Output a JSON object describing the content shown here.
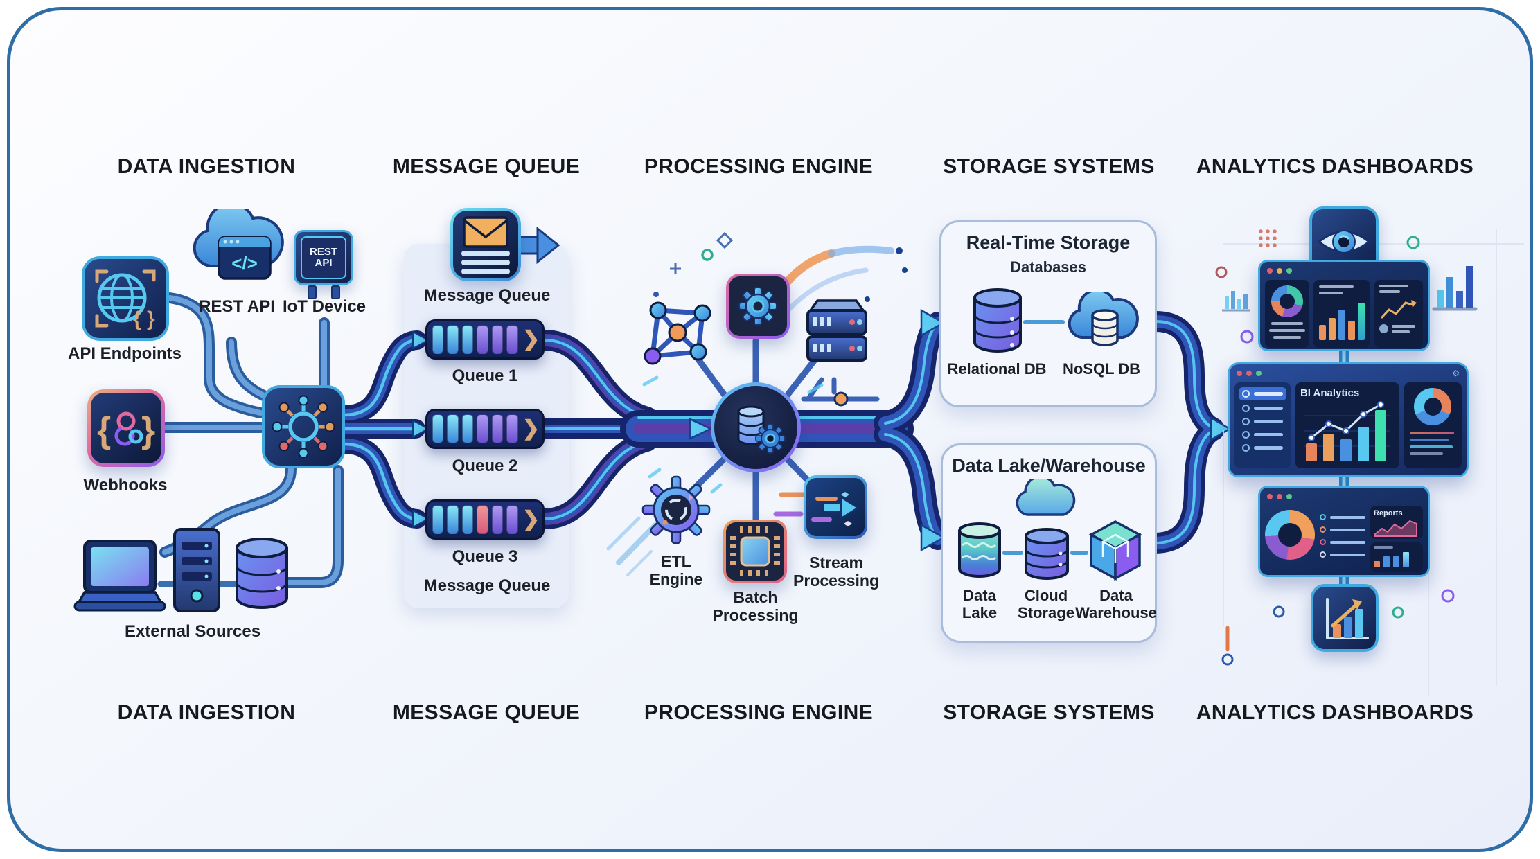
{
  "headers": {
    "top": [
      "DATA INGESTION",
      "MESSAGE QUEUE",
      "PROCESSING ENGINE",
      "STORAGE SYSTEMS",
      "ANALYTICS DASHBOARDS"
    ],
    "bottom": [
      "DATA INGESTION",
      "MESSAGE QUEUE",
      "PROCESSING ENGINE",
      "STORAGE SYSTEMS",
      "ANALYTICS DASHBOARDS"
    ]
  },
  "ingestion": {
    "api_endpoints": "API Endpoints",
    "rest_api": "REST API",
    "iot_device": "IoT Device",
    "iot_chip_text": "REST API",
    "webhooks": "Webhooks",
    "external_sources": "External Sources"
  },
  "message_queue": {
    "icon_label": "Message Queue",
    "queue1": "Queue 1",
    "queue2": "Queue 2",
    "queue3": "Queue 3",
    "footer_label": "Message Queue"
  },
  "processing": {
    "etl": "ETL Engine",
    "batch": "Batch Processing",
    "stream": "Stream Processing"
  },
  "storage": {
    "realtime_title": "Real-Time Storage",
    "realtime_subtitle": "Databases",
    "relational": "Relational DB",
    "nosql": "NoSQL DB",
    "lake_title": "Data Lake/Warehouse",
    "data_lake": "Data Lake",
    "cloud_storage": "Cloud Storage",
    "data_warehouse": "Data Warehouse"
  },
  "analytics": {
    "bi_title": "BI Analytics",
    "reports_title": "Reports"
  },
  "colors": {
    "canvas_border": "#2f6da6",
    "pipe_dark": "#16246a",
    "pipe_blue": "#2f55b8",
    "pipe_purple": "#5b3fa8",
    "pipe_core_cyan": "#54c6ee",
    "accent_cyan": "#58c8f0",
    "accent_purple": "#8a5cf0",
    "accent_orange": "#e8935c",
    "accent_pink": "#e0608a"
  }
}
